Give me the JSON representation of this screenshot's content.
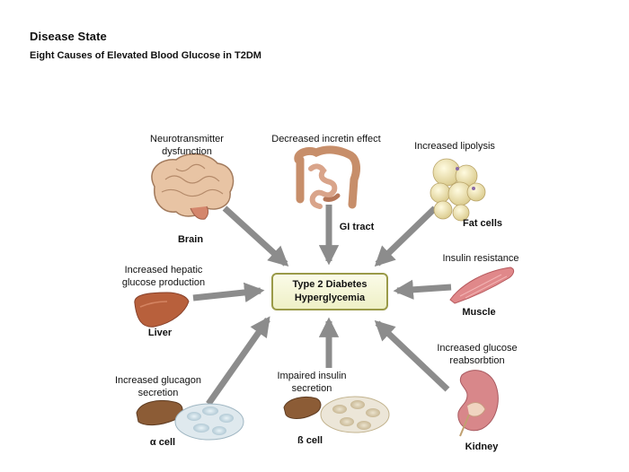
{
  "title": "Disease State",
  "subtitle": "Eight Causes of Elevated Blood Glucose in T2DM",
  "center": {
    "line1": "Type 2 Diabetes",
    "line2": "Hyperglycemia"
  },
  "causes": {
    "brain": {
      "cause_line1": "Neurotransmitter",
      "cause_line2": "dysfunction",
      "organ": "Brain"
    },
    "gi": {
      "cause": "Decreased incretin effect",
      "organ": "GI tract"
    },
    "fat": {
      "cause": "Increased lipolysis",
      "organ": "Fat cells"
    },
    "muscle": {
      "cause": "Insulin resistance",
      "organ": "Muscle"
    },
    "liver": {
      "cause_line1": "Increased hepatic",
      "cause_line2": "glucose production",
      "organ": "Liver"
    },
    "alpha": {
      "cause_line1": "Increased glucagon",
      "cause_line2": "secretion",
      "organ": "α cell"
    },
    "beta": {
      "cause_line1": "Impaired insulin",
      "cause_line2": "secretion",
      "organ": "ß cell"
    },
    "kidney": {
      "cause_line1": "Increased glucose",
      "cause_line2": "reabsorbtion",
      "organ": "Kidney"
    }
  },
  "colors": {
    "arrow": "#8c8c8c",
    "box_border": "#9a9a48",
    "box_fill": "#eef0c6"
  }
}
